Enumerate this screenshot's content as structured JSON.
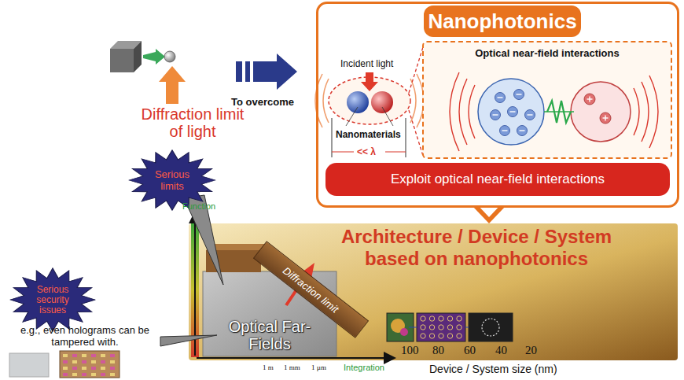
{
  "diagram": {
    "nodes": [
      {
        "text": [
          "Nanophotonics"
        ]
      },
      {
        "text": [
          "Optical near-field interactions"
        ],
        "in": 0
      },
      {
        "text": [
          "Exploit optical near-field interactions"
        ],
        "in": 0
      },
      {
        "text": [
          "Serious limits"
        ]
      },
      {
        "text": [
          "Serious security issues"
        ]
      },
      {
        "text": [
          "Optical Far-Fields"
        ]
      },
      {
        "text": [
          "Diffraction limit"
        ]
      },
      {
        "text": [
          "Architecture / Device / System based on nanophotonics"
        ]
      }
    ],
    "labels": [
      "Diffraction limit of light",
      "To overcome",
      "Incident light",
      "Nanomaterials",
      "<< λ",
      "e.g., even holograms can be tampered with.",
      "Function",
      "Integration",
      "100",
      "80",
      "60",
      "40",
      "20",
      "Device / System size (nm)",
      "1 m",
      "1 mm",
      "1 µm"
    ]
  }
}
